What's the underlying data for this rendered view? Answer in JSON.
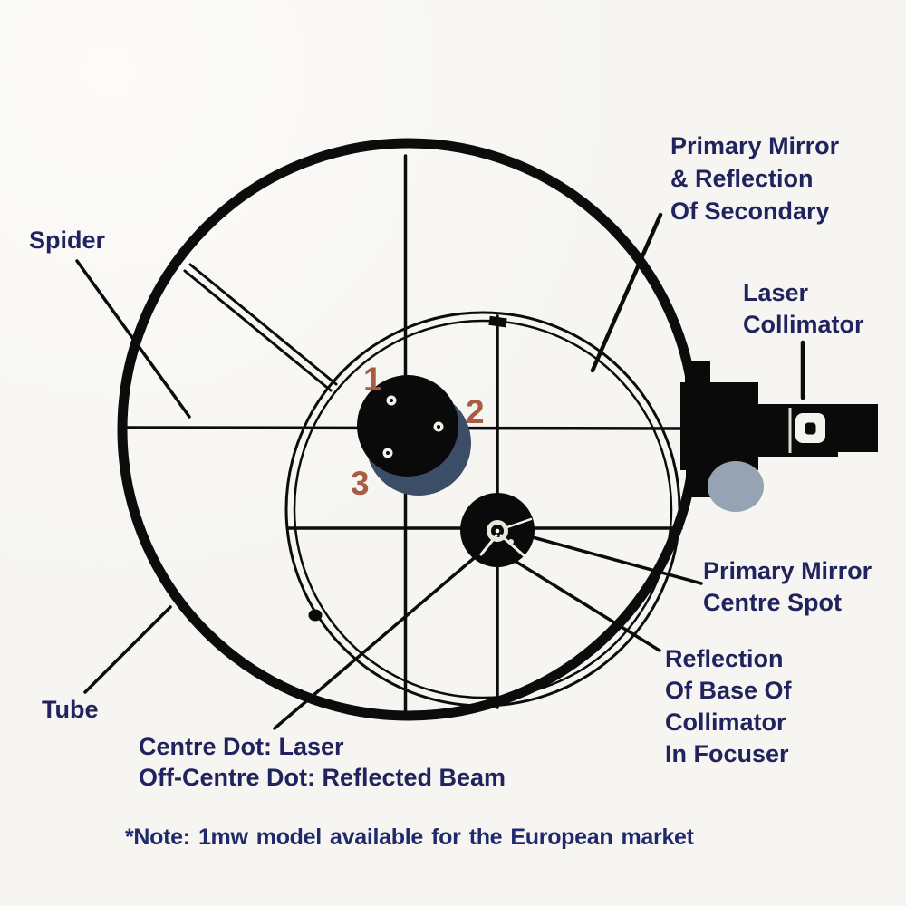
{
  "diagram": {
    "labels": {
      "spider": "Spider",
      "tube": "Tube",
      "primary_mirror": {
        "line1": "Primary Mirror",
        "line2": "& Reflection",
        "line3": "Of Secondary"
      },
      "laser_collimator": {
        "line1": "Laser",
        "line2": "Collimator"
      },
      "primary_mirror_centre_spot": {
        "line1": "Primary Mirror",
        "line2": "Centre Spot"
      },
      "reflection_of_base": {
        "line1": "Reflection",
        "line2": "Of Base Of",
        "line3": "Collimator",
        "line4": "In Focuser"
      },
      "centre_dot": {
        "line1": "Centre Dot: Laser",
        "line2": "Off-Centre Dot: Reflected Beam"
      }
    },
    "markers": {
      "point1": "1",
      "point2": "2",
      "point3": "3"
    },
    "note": "*Note: 1mw model available for the European market",
    "colors": {
      "label_text": "#21235e",
      "note_text": "#20296b",
      "marker_numbers": "#a85c42",
      "line_black": "#0c0c0c",
      "secondary_shadow": "#0a0a0a",
      "reflected_secondary_blue": "#3c4d68",
      "collimator_knob_gray": "#96a3b2",
      "background": "#f6f5f1",
      "centre_ring": "#e9e7d9"
    }
  }
}
